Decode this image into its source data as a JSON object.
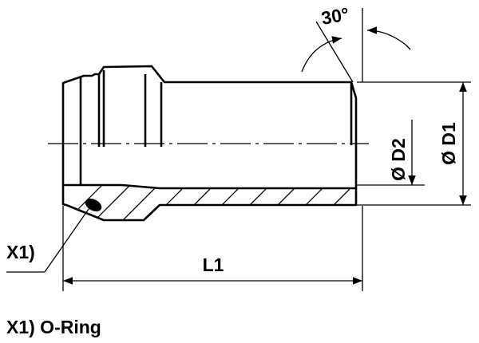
{
  "labels": {
    "angle": "30°",
    "d2": "Ø D2",
    "d1": "Ø D1",
    "l1": "L1",
    "x1_callout": "X1)",
    "footnote": "X1) O-Ring"
  }
}
